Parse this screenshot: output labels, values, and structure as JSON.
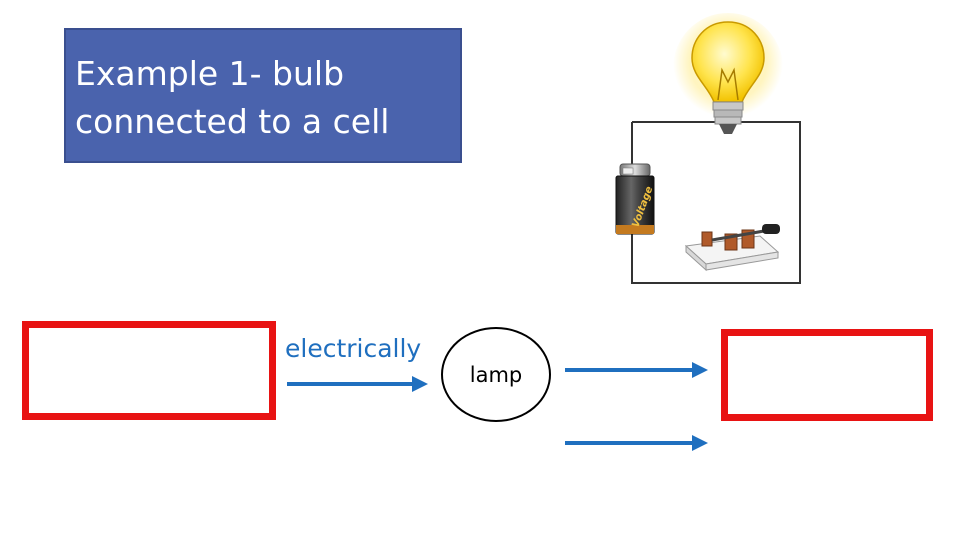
{
  "title": {
    "line1": "Example 1- bulb",
    "line2": "connected to a cell"
  },
  "flow": {
    "input_label": "electrically",
    "device_label": "lamp"
  },
  "circuit": {
    "battery_brand": "Voltage"
  },
  "colors": {
    "title_bg": "#4a63ad",
    "box_border": "#e81313",
    "arrow": "#1f6fbf"
  }
}
